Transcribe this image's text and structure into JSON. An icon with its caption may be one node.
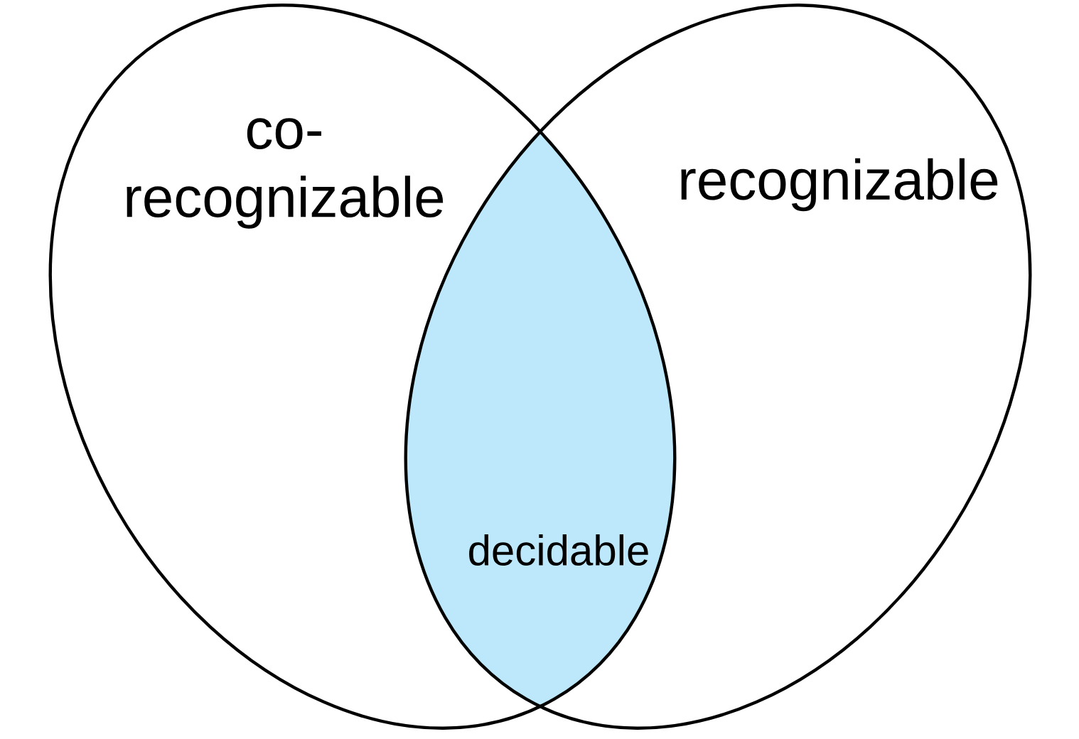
{
  "diagram": {
    "nodes": [
      {
        "text": [
          "co-recognizable"
        ]
      },
      {
        "text": [
          "recognizable"
        ]
      },
      {
        "text": [
          "decidable"
        ]
      }
    ]
  }
}
